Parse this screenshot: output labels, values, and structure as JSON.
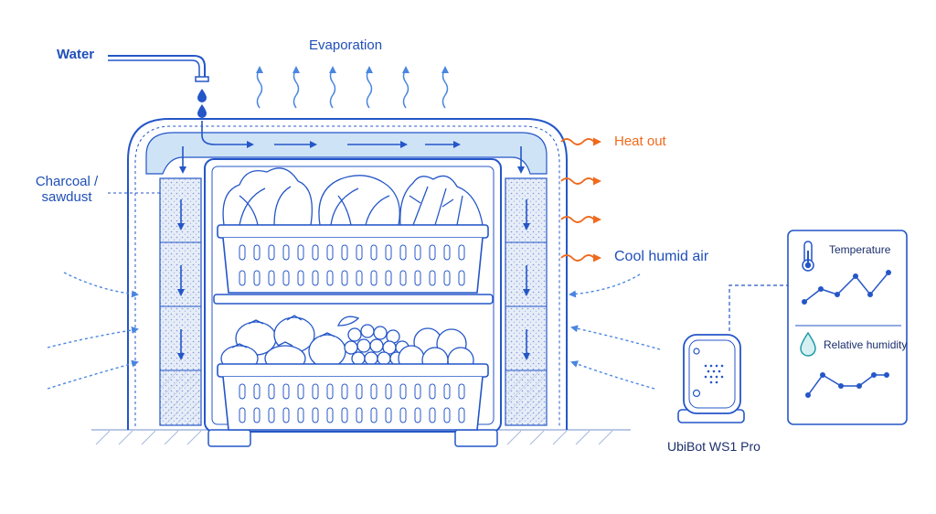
{
  "labels": {
    "water": "Water",
    "evaporation": "Evaporation",
    "heat_out": "Heat out",
    "cool_humid_air": "Cool humid air",
    "charcoal_line1": "Charcoal /",
    "charcoal_line2": "sawdust",
    "device": "UbiBot WS1 Pro"
  },
  "readout_panel": {
    "temperature": {
      "label": "Temperature",
      "icon": "thermometer-icon"
    },
    "humidity": {
      "label": "Relative humidity",
      "icon": "water-drop-icon"
    }
  },
  "colors": {
    "line": "#2456c8",
    "dark_text": "#1b2f6b",
    "water_fill": "#cfe3f7",
    "charcoal_fill": "#e7edf7",
    "heat": "#ef6a1c",
    "teal": "#1e9aa5"
  },
  "produce": {
    "top_crate": [
      "lettuce",
      "cabbage",
      "leafy greens"
    ],
    "bottom_crate": [
      "tomatoes",
      "grapes",
      "oranges"
    ]
  }
}
